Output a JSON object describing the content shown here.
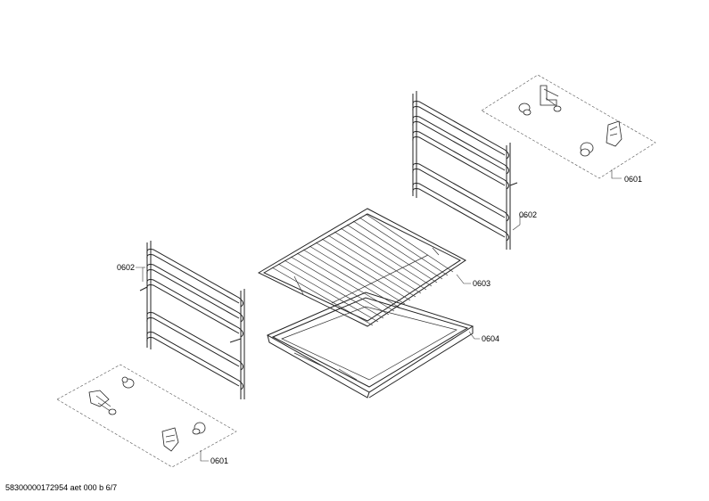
{
  "callouts": {
    "c0601_top": "0601",
    "c0602_right": "0602",
    "c0602_left": "0602",
    "c0603": "0603",
    "c0604": "0604",
    "c0601_bottom": "0601"
  },
  "footer": {
    "text": "58300000172954 aet 000 b 6/7"
  }
}
